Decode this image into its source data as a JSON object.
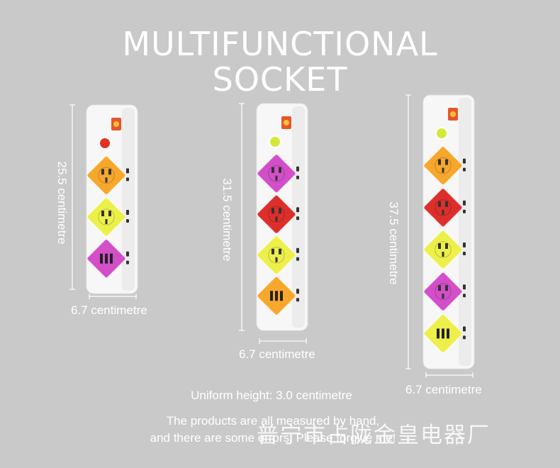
{
  "title": {
    "line1": "MULTIFUNCTIONAL",
    "line2": "SOCKET"
  },
  "products": [
    {
      "height_label": "25.5 centimetre",
      "width_label": "6.7 centimetre",
      "indicator_color": "#e0321f",
      "sockets": [
        "#f7a72c",
        "#edf04a",
        "usb-magenta"
      ]
    },
    {
      "height_label": "31.5 centimetre",
      "width_label": "6.7 centimetre",
      "indicator_color": "#d4e83a",
      "sockets": [
        "#d24fc8",
        "#dc2f2b",
        "#edf04a",
        "usb-orange"
      ]
    },
    {
      "height_label": "37.5 centimetre",
      "width_label": "6.7 centimetre",
      "indicator_color": "#d4e83a",
      "sockets": [
        "#f7a72c",
        "#dc2f2b",
        "#edf04a",
        "#d24fc8",
        "usb-yellow"
      ]
    }
  ],
  "notes": {
    "uniform_height": "Uniform height: 3.0 centimetre",
    "line1": "The products are all measured by hand,",
    "line2": "and there are some errors. Please forgive me!"
  },
  "watermark": "普宁市占陇金皇电器厂",
  "colors": {
    "background": "#c9c9c9",
    "strip": "#f7f7f7",
    "orange": "#f7a72c",
    "yellow": "#edf04a",
    "magenta": "#d24fc8",
    "red": "#dc2f2b"
  }
}
